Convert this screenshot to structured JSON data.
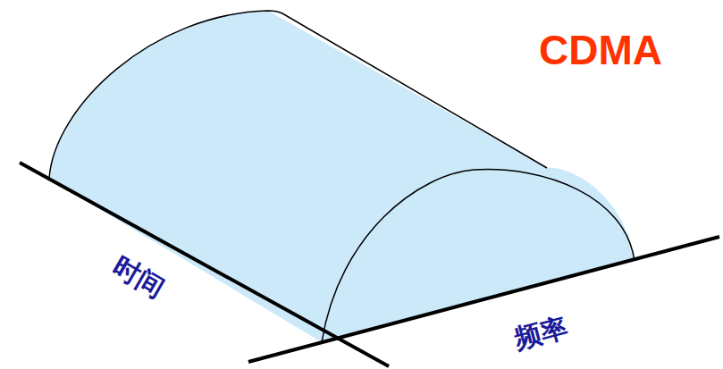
{
  "diagram": {
    "title": "CDMA",
    "labels": [
      "时间",
      "频率"
    ]
  }
}
